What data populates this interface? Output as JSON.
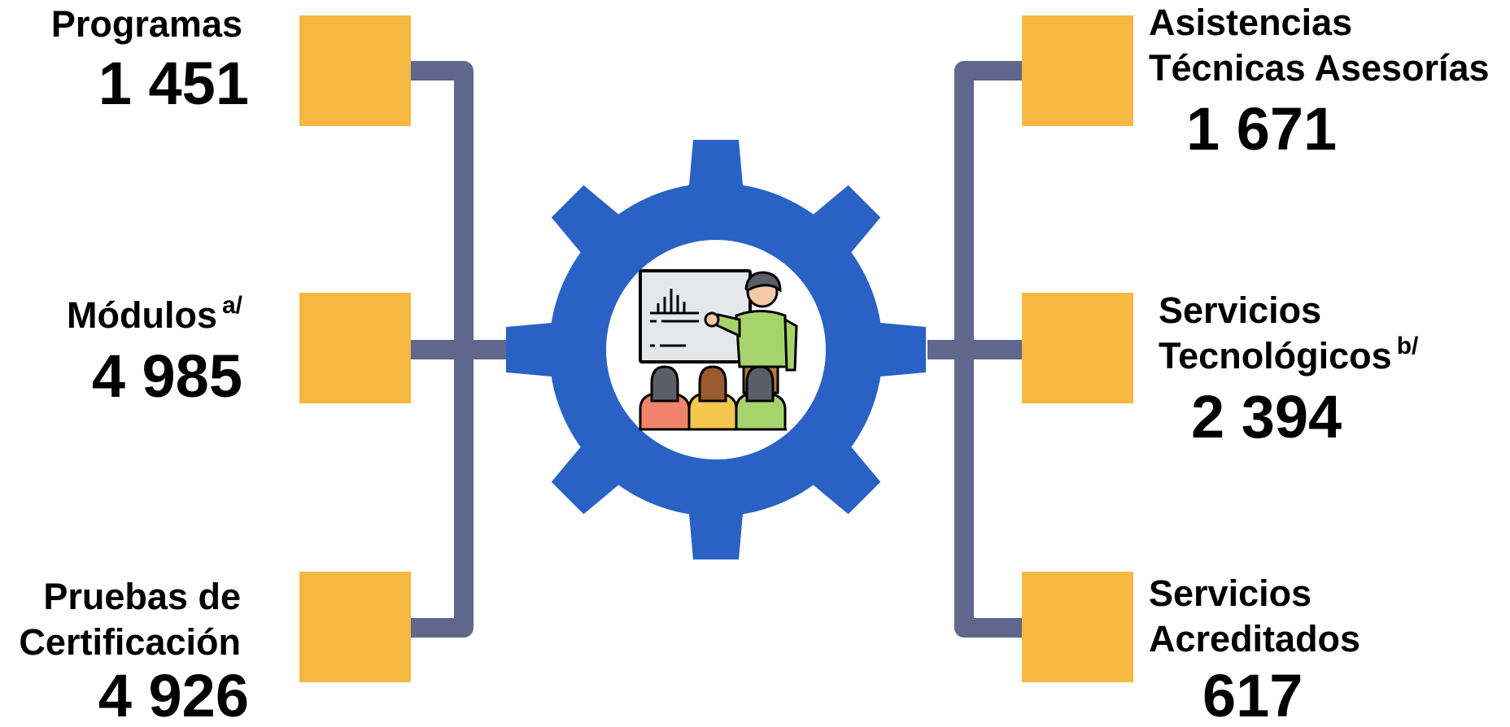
{
  "colors": {
    "node": "#F5B841",
    "connector": "#60678C",
    "gear": "#2962C4",
    "text": "#000000"
  },
  "center": {
    "icon": "teacher-presentation-icon",
    "inner_icon": "gear-icon"
  },
  "left": [
    {
      "id": "programas",
      "name": [
        "Programas"
      ],
      "sup": "",
      "value": "1 451"
    },
    {
      "id": "modulos",
      "name": [
        "Módulos"
      ],
      "sup": "a/",
      "value": "4 985"
    },
    {
      "id": "pruebas",
      "name": [
        "Pruebas de",
        "Certificación"
      ],
      "sup": "",
      "value": "4 926"
    }
  ],
  "right": [
    {
      "id": "asistencias",
      "name": [
        "Asistencias",
        "Técnicas Asesorías"
      ],
      "sup": "",
      "value": "1 671"
    },
    {
      "id": "servicios-tec",
      "name": [
        "Servicios",
        "Tecnológicos"
      ],
      "sup": "b/",
      "value": "2 394"
    },
    {
      "id": "servicios-acred",
      "name": [
        "Servicios",
        "Acreditados"
      ],
      "sup": "",
      "value": "617"
    }
  ]
}
